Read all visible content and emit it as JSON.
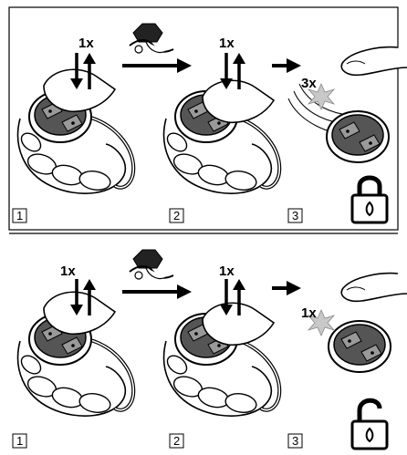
{
  "panels": [
    {
      "id": "lock",
      "lock_state": "locked",
      "steps": [
        {
          "number": "1",
          "press_count": "1x"
        },
        {
          "number": "2",
          "press_count": "1x"
        },
        {
          "number": "3",
          "press_count": "3x"
        }
      ]
    },
    {
      "id": "unlock",
      "lock_state": "unlocked",
      "steps": [
        {
          "number": "1",
          "press_count": "1x"
        },
        {
          "number": "2",
          "press_count": "1x"
        },
        {
          "number": "3",
          "press_count": "1x"
        }
      ]
    }
  ],
  "colors": {
    "line": "#000000",
    "hand_fill": "#ffffff",
    "remote_dark": "#555555",
    "remote_button": "#999999",
    "flash": "#c8c8c8"
  },
  "icons": [
    "down-up-arrows-icon",
    "right-arrow-icon",
    "car-key-icon",
    "finger-icon",
    "flash-icon",
    "padlock-closed-icon",
    "padlock-open-icon"
  ]
}
